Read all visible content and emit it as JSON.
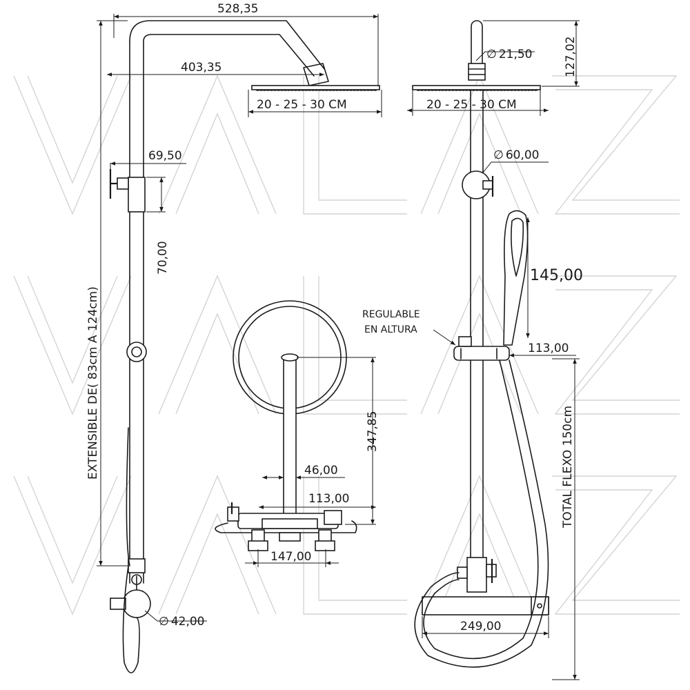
{
  "watermark": {
    "text": "VALAZ"
  },
  "dimensions": {
    "total_width": "528,35",
    "arm_length": "403,35",
    "head_size_left": "20 - 25 - 30 CM",
    "head_size_right": "20 - 25 - 30 CM",
    "pipe_diameter": "21,50",
    "top_height": "127,02",
    "connector_offset": "69,50",
    "connector_height": "70,00",
    "holder_diameter": "60,00",
    "extensible": "EXTENSIBLE DE( 83cm A 124cm)",
    "handshower_length": "145,00",
    "slider_width": "113,00",
    "regulable_line1": "REGULABLE",
    "regulable_line2": "EN ALTURA",
    "total_flexo": "TOTAL FLEXO 150cm",
    "vertical_center": "347,85",
    "pipe_width": "46,00",
    "body_depth": "113,00",
    "inlet_spacing": "147,00",
    "knob_diameter": "42,00",
    "mixer_length": "249,00"
  },
  "symbols": {
    "diameter": "∅"
  }
}
